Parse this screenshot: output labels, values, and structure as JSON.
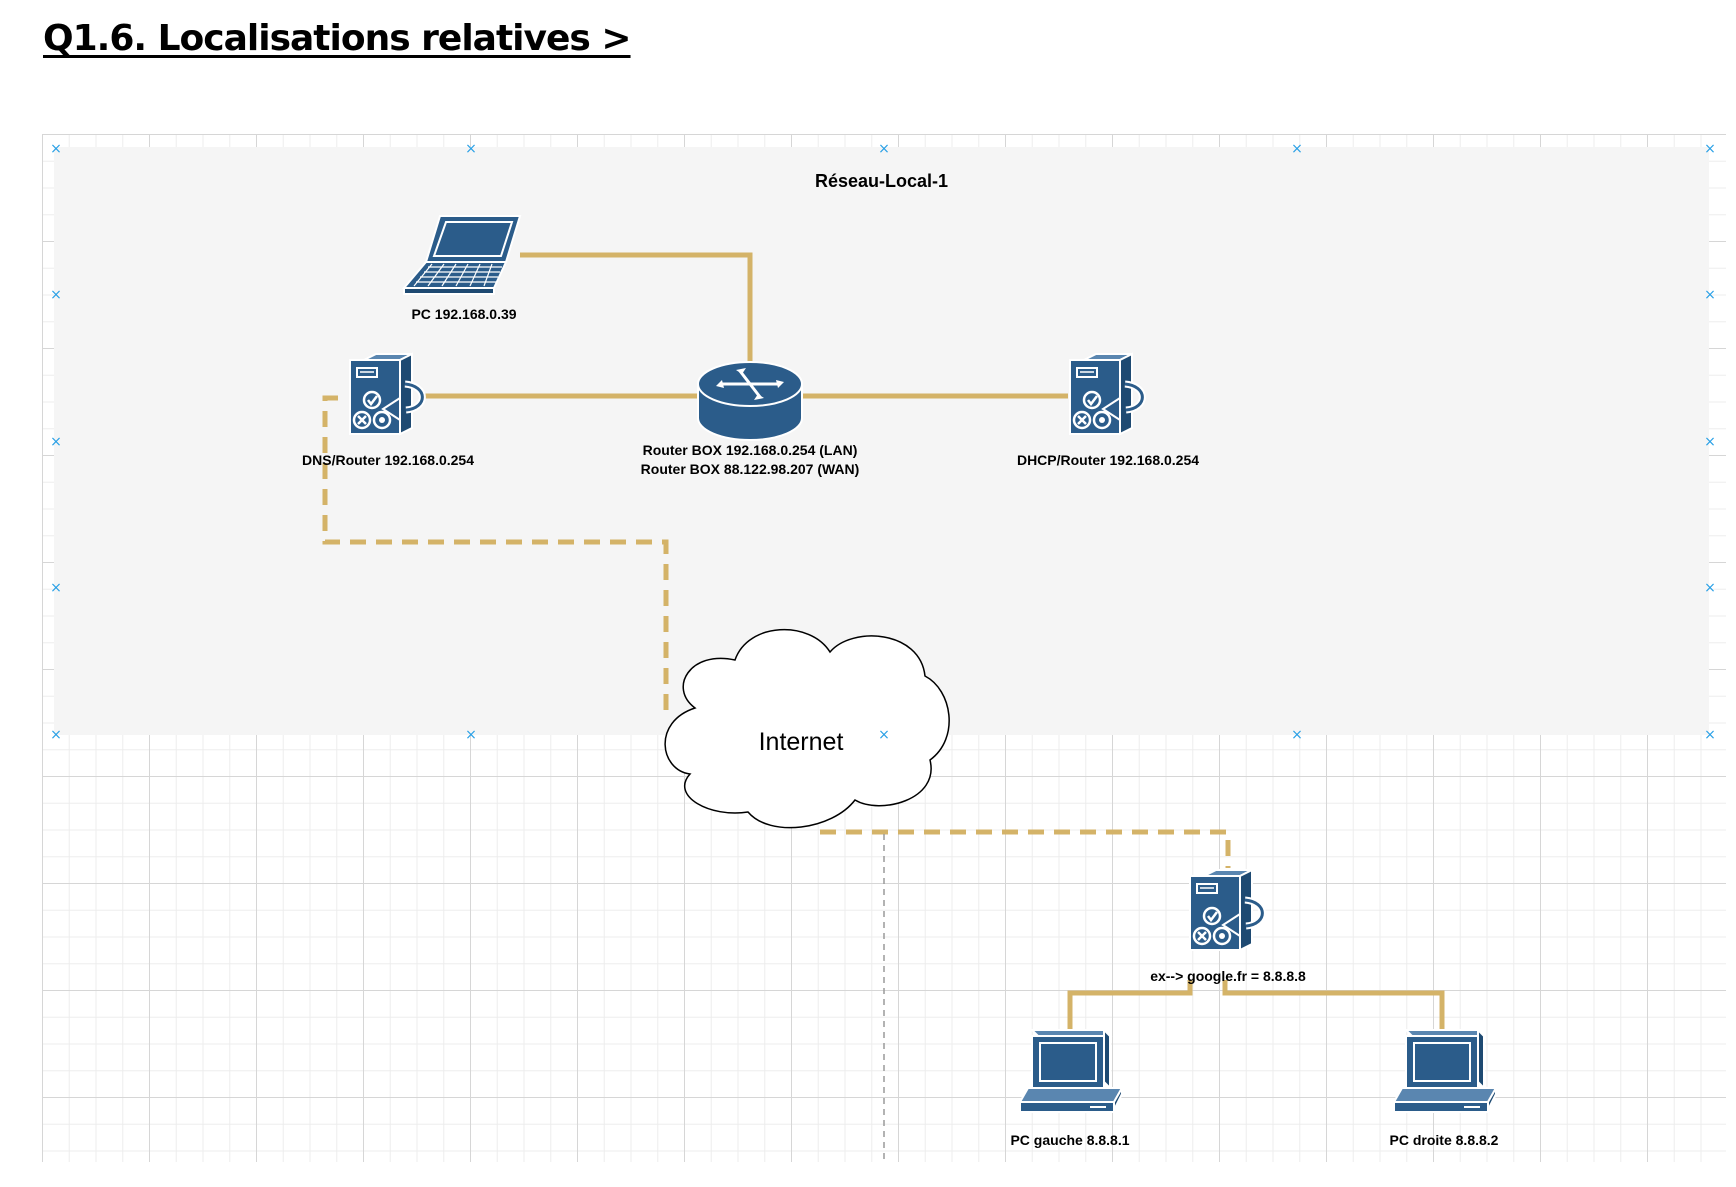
{
  "page": {
    "title": "Q1.6. Localisations relatives >"
  },
  "colors": {
    "link": "#d4b368",
    "device": "#2b5c8a",
    "group_background": "#f5f5f5",
    "selection_handle": "#29a0e6"
  },
  "group": {
    "title": "Réseau-Local-1"
  },
  "nodes": {
    "laptop": {
      "label": "PC 192.168.0.39",
      "icon": "laptop-icon"
    },
    "dns_server": {
      "label": "DNS/Router 192.168.0.254",
      "icon": "server-icon"
    },
    "router": {
      "label_line1": "Router BOX 192.168.0.254 (LAN)",
      "label_line2": "Router BOX 88.122.98.207 (WAN)",
      "icon": "router-icon"
    },
    "dhcp_server": {
      "label": "DHCP/Router 192.168.0.254",
      "icon": "server-icon"
    },
    "internet": {
      "label": "Internet",
      "icon": "cloud-icon"
    },
    "google_server": {
      "label": "ex--> google.fr = 8.8.8.8",
      "icon": "server-icon"
    },
    "pc_left": {
      "label": "PC gauche 8.8.8.1",
      "icon": "desktop-pc-icon"
    },
    "pc_right": {
      "label": "PC droite 8.8.8.2",
      "icon": "desktop-pc-icon"
    }
  }
}
